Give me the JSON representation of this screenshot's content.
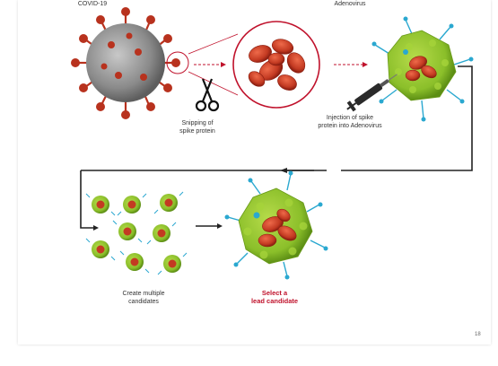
{
  "labels": {
    "covid": "COVID-19",
    "adenovirus": "Adenovirus",
    "snipping_line1": "Snipping of",
    "snipping_line2": "spike protein",
    "injection_line1": "Injection of spike",
    "injection_line2": "protein into Adenovirus",
    "create_line1": "Create multiple",
    "create_line2": "candidates",
    "select_line1": "Select a",
    "select_line2": "lead candidate"
  },
  "page_number": "18",
  "colors": {
    "accent_red": "#c0122c",
    "virus_grey": "#8a8a8a",
    "spike_red": "#b8321e",
    "adeno_green": "#8bbf2a",
    "adeno_spike": "#2aa8d0",
    "arrow_dark": "#222222"
  },
  "icons": [
    "scissors-icon",
    "syringe-icon"
  ]
}
